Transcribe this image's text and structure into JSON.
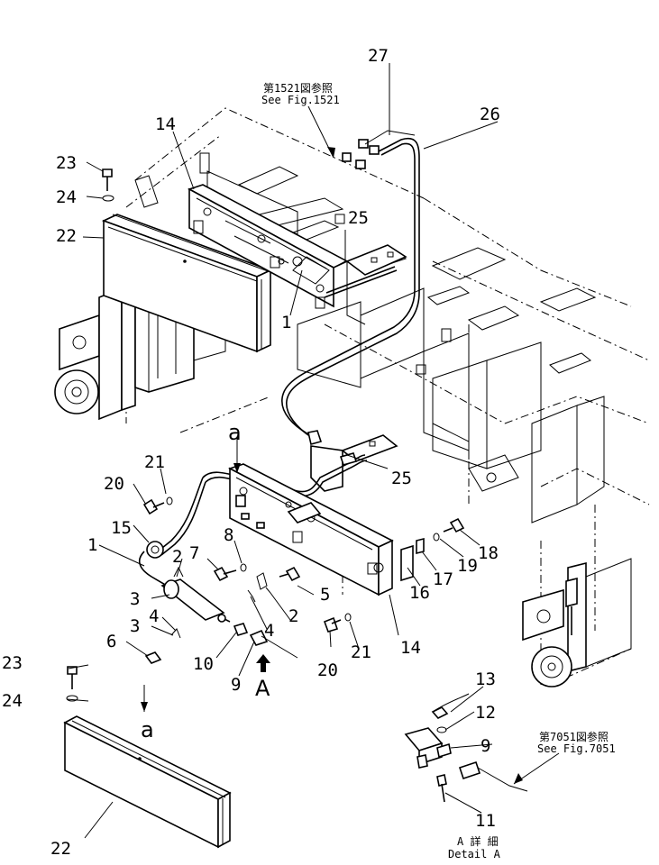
{
  "references": {
    "top_jp": "第1521図参照",
    "top_en": "See Fig.1521",
    "bottom_jp": "第7051図参照",
    "bottom_en": "See Fig.7051"
  },
  "detail": {
    "jp": "A 詳 細",
    "en": "Detail A",
    "view_letter": "A"
  },
  "detail_letters": {
    "upper": "a",
    "lower": "a"
  },
  "callouts": {
    "c1_upper": "1",
    "c1_lower": "1",
    "c2_upper": "2",
    "c2_lower": "2",
    "c3_upper": "3",
    "c3_lower": "3",
    "c4_upper": "4",
    "c4_lower": "4",
    "c5": "5",
    "c6": "6",
    "c7": "7",
    "c8": "8",
    "c9_main": "9",
    "c9_detail": "9",
    "c10": "10",
    "c11": "11",
    "c12": "12",
    "c13": "13",
    "c14_upper": "14",
    "c14_lower": "14",
    "c15": "15",
    "c16": "16",
    "c17": "17",
    "c18": "18",
    "c19": "19",
    "c20_upper": "20",
    "c20_lower": "20",
    "c21_upper": "21",
    "c21_lower": "21",
    "c22_upper": "22",
    "c22_lower": "22",
    "c23_upper": "23",
    "c23_lower": "23",
    "c24_upper": "24",
    "c24_lower": "24",
    "c25_upper": "25",
    "c25_lower": "25",
    "c26": "26",
    "c27": "27"
  }
}
